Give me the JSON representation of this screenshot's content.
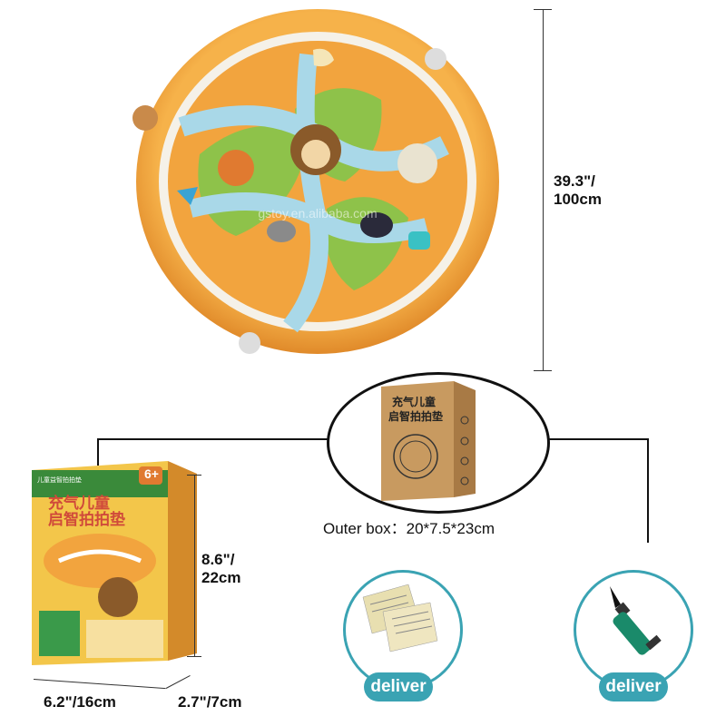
{
  "mat": {
    "diameter_label": "39.3\"/\n100cm",
    "watermark": "gstoy.en.alibaba.com",
    "icon": "inflatable-play-mat"
  },
  "outer_box": {
    "title_line1": "充气儿童",
    "title_line2": "启智拍拍垫",
    "caption": "Outer box：20*7.5*23cm"
  },
  "retail_box": {
    "brand_text": "儿童益智拍拍垫",
    "age_badge": "6+",
    "title": "充气儿童\n启智拍拍垫",
    "height_label": "8.6\"/\n22cm",
    "width_label": "6.2\"/16cm",
    "depth_label": "2.7\"/7cm"
  },
  "extras": [
    {
      "name": "instruction-cards",
      "label": "deliver"
    },
    {
      "name": "air-pump",
      "label": "deliver"
    }
  ],
  "colors": {
    "accent_teal": "#3aa3b3",
    "mat_orange": "#f3a23a",
    "path_blue": "#a9d8e8",
    "leaf_green": "#7bb13c"
  }
}
